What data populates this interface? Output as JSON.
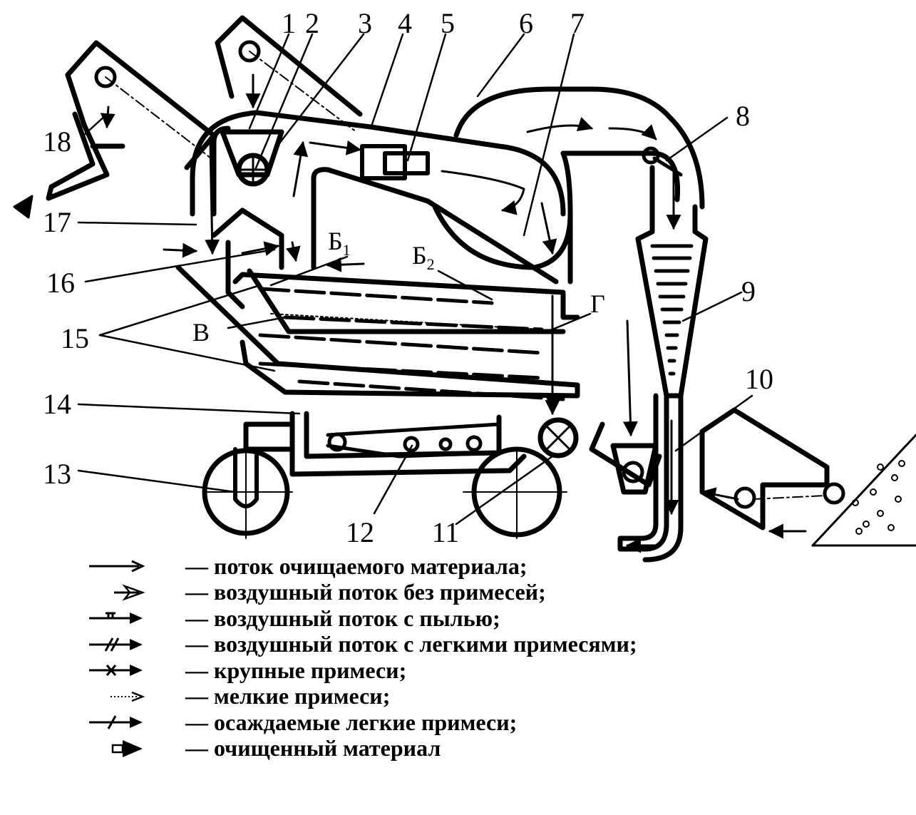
{
  "callouts": [
    "1",
    "2",
    "3",
    "4",
    "5",
    "6",
    "7",
    "8",
    "9",
    "10",
    "11",
    "12",
    "13",
    "14",
    "15",
    "16",
    "17",
    "18"
  ],
  "zones": {
    "b1_main": "Б",
    "b1_sub": "1",
    "b2_main": "Б",
    "b2_sub": "2",
    "v": "В",
    "g": "Г"
  },
  "legend": [
    {
      "symbol": "material-flow-arrow",
      "text": "— поток очищаемого материала;"
    },
    {
      "symbol": "clean-air-arrow",
      "text": "— воздушный поток без примесей;"
    },
    {
      "symbol": "dusty-air-arrow",
      "text": "— воздушный поток с пылью;"
    },
    {
      "symbol": "light-impurities-air-arrow",
      "text": "— воздушный поток с легкими примесями;"
    },
    {
      "symbol": "coarse-impurities-arrow",
      "text": "— крупные примеси;"
    },
    {
      "symbol": "fine-impurities-arrow",
      "text": "— мелкие примеси;"
    },
    {
      "symbol": "settled-light-impurities-arrow",
      "text": "— осаждаемые легкие примеси;"
    },
    {
      "symbol": "cleaned-material-arrow",
      "text": "— очищенный материал"
    }
  ]
}
